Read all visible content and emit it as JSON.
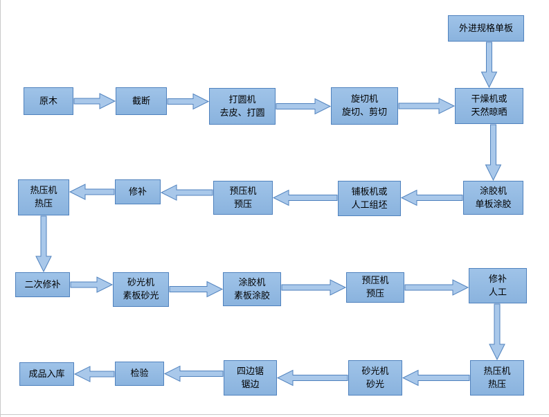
{
  "nodes": [
    {
      "id": "waijin",
      "lines": [
        "外进规格单板"
      ]
    },
    {
      "id": "yuanmu",
      "lines": [
        "原木"
      ]
    },
    {
      "id": "jieduan",
      "lines": [
        "截断"
      ]
    },
    {
      "id": "dayuan",
      "lines": [
        "打圆机",
        "去皮、打圆"
      ]
    },
    {
      "id": "xuanqie",
      "lines": [
        "旋切机",
        "旋切、剪切"
      ]
    },
    {
      "id": "ganzao",
      "lines": [
        "干燥机或",
        "天然晾晒"
      ]
    },
    {
      "id": "tujiao1",
      "lines": [
        "涂胶机",
        "单板涂胶"
      ]
    },
    {
      "id": "puban",
      "lines": [
        "铺板机或",
        "人工组坯"
      ]
    },
    {
      "id": "yuya1",
      "lines": [
        "预压机",
        "预压"
      ]
    },
    {
      "id": "xiubu1",
      "lines": [
        "修补"
      ]
    },
    {
      "id": "reya1",
      "lines": [
        "热压机",
        "热压"
      ]
    },
    {
      "id": "erci",
      "lines": [
        "二次修补"
      ]
    },
    {
      "id": "shaguang1",
      "lines": [
        "砂光机",
        "素板砂光"
      ]
    },
    {
      "id": "tujiao2",
      "lines": [
        "涂胶机",
        "素板涂胶"
      ]
    },
    {
      "id": "yuya2",
      "lines": [
        "预压机",
        "预压"
      ]
    },
    {
      "id": "xiubu2",
      "lines": [
        "修补",
        "人工"
      ]
    },
    {
      "id": "reya2",
      "lines": [
        "热压机",
        "热压"
      ]
    },
    {
      "id": "shaguang2",
      "lines": [
        "砂光机",
        "砂光"
      ]
    },
    {
      "id": "sibian",
      "lines": [
        "四边锯",
        "锯边"
      ]
    },
    {
      "id": "jianyan",
      "lines": [
        "检验"
      ]
    },
    {
      "id": "chengpin",
      "lines": [
        "成品入库"
      ]
    }
  ],
  "edges": [
    [
      "yuanmu",
      "jieduan"
    ],
    [
      "jieduan",
      "dayuan"
    ],
    [
      "dayuan",
      "xuanqie"
    ],
    [
      "xuanqie",
      "ganzao"
    ],
    [
      "waijin",
      "ganzao"
    ],
    [
      "ganzao",
      "tujiao1"
    ],
    [
      "tujiao1",
      "puban"
    ],
    [
      "puban",
      "yuya1"
    ],
    [
      "yuya1",
      "xiubu1"
    ],
    [
      "xiubu1",
      "reya1"
    ],
    [
      "reya1",
      "erci"
    ],
    [
      "erci",
      "shaguang1"
    ],
    [
      "shaguang1",
      "tujiao2"
    ],
    [
      "tujiao2",
      "yuya2"
    ],
    [
      "yuya2",
      "xiubu2"
    ],
    [
      "xiubu2",
      "reya2"
    ],
    [
      "reya2",
      "shaguang2"
    ],
    [
      "shaguang2",
      "sibian"
    ],
    [
      "sibian",
      "jianyan"
    ],
    [
      "jianyan",
      "chengpin"
    ]
  ],
  "colors": {
    "box_fill": "#95bbe4",
    "box_border": "#4f81bd",
    "arrow_fill": "#a9c8ea",
    "arrow_border": "#4f81bd"
  }
}
